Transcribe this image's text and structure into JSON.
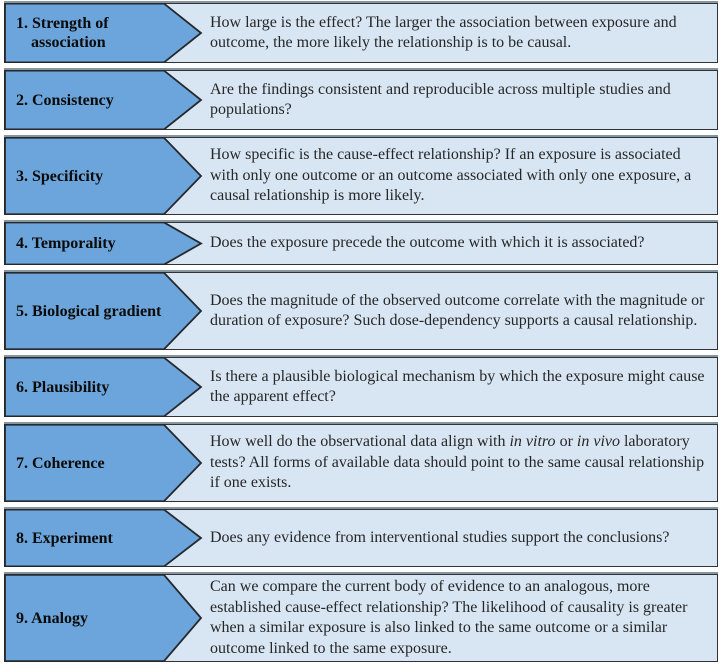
{
  "colors": {
    "arrow_fill": "#6BA5DB",
    "arrow_stroke": "#25282c",
    "box_fill": "#D8E6F4",
    "box_border": "#2f3337",
    "text": "#262626"
  },
  "rows": [
    {
      "label": "1. Strength of association",
      "desc": "How large is the effect? The larger the association between exposure and outcome, the more likely the relationship is to be causal."
    },
    {
      "label": "2. Consistency",
      "desc": "Are the findings consistent and reproducible across multiple studies and populations?"
    },
    {
      "label": "3. Specificity",
      "desc": "How specific is the cause-effect relationship? If an exposure is associated with only one outcome or an outcome associated with only one exposure, a causal relationship is more likely."
    },
    {
      "label": "4. Temporality",
      "desc": "Does the exposure precede the outcome with which it is associated?"
    },
    {
      "label": "5. Biological gradient",
      "desc": "Does the magnitude of the observed outcome correlate with the magnitude or duration of exposure? Such dose-dependency supports a causal relationship."
    },
    {
      "label": "6. Plausibility",
      "desc": "Is there a plausible biological mechanism by which the exposure might cause the apparent effect?"
    },
    {
      "label": "7. Coherence",
      "desc_parts": {
        "pre": "How well do the observational data align with ",
        "italic1": "in vitro",
        "mid": " or ",
        "italic2": "in vivo",
        "post": " laboratory tests? All forms of available data should point to the same causal relationship if one exists."
      }
    },
    {
      "label": "8. Experiment",
      "desc": "Does any evidence from interventional studies support the conclusions?"
    },
    {
      "label": "9. Analogy",
      "desc": "Can we compare the current body of evidence to an analogous, more established cause-effect relationship?  The likelihood of causality is greater when a similar exposure is also linked to the same outcome or a similar outcome linked to the same exposure."
    }
  ]
}
